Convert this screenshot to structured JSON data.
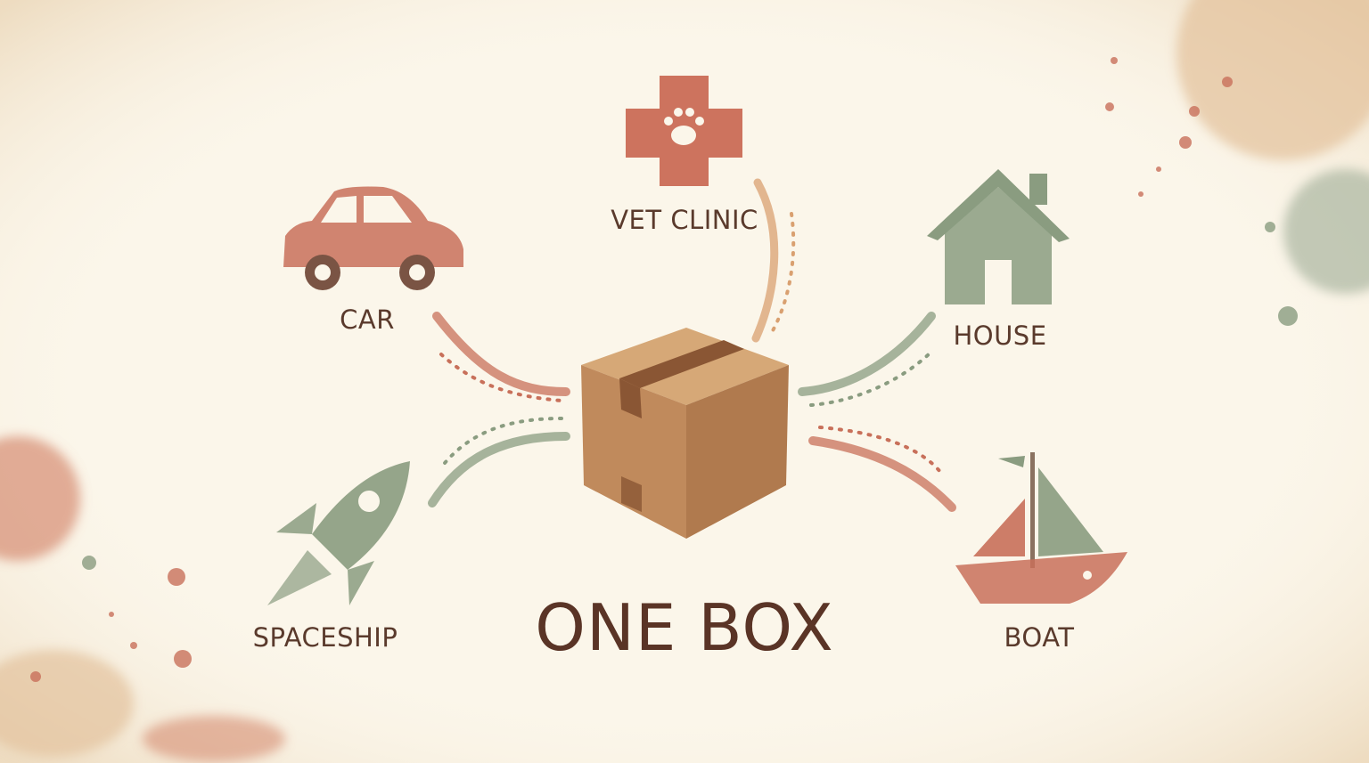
{
  "center": {
    "label": "ONE BOX",
    "icon": "cardboard-box-icon"
  },
  "items": [
    {
      "label": "CAR",
      "icon": "car-icon",
      "color": "#c8705a"
    },
    {
      "label": "VET CLINIC",
      "icon": "vet-cross-paw-icon",
      "color": "#c8654f"
    },
    {
      "label": "HOUSE",
      "icon": "house-icon",
      "color": "#8a9c80"
    },
    {
      "label": "SPACESHIP",
      "icon": "rocket-icon",
      "color": "#8a9c80"
    },
    {
      "label": "BOAT",
      "icon": "sailboat-icon",
      "color": "#c8705a"
    }
  ],
  "colors": {
    "background": "#fbf6ea",
    "terracotta": "#c8705a",
    "sage": "#8a9c80",
    "box": "#c08a5c",
    "text": "#5a3a2c"
  }
}
